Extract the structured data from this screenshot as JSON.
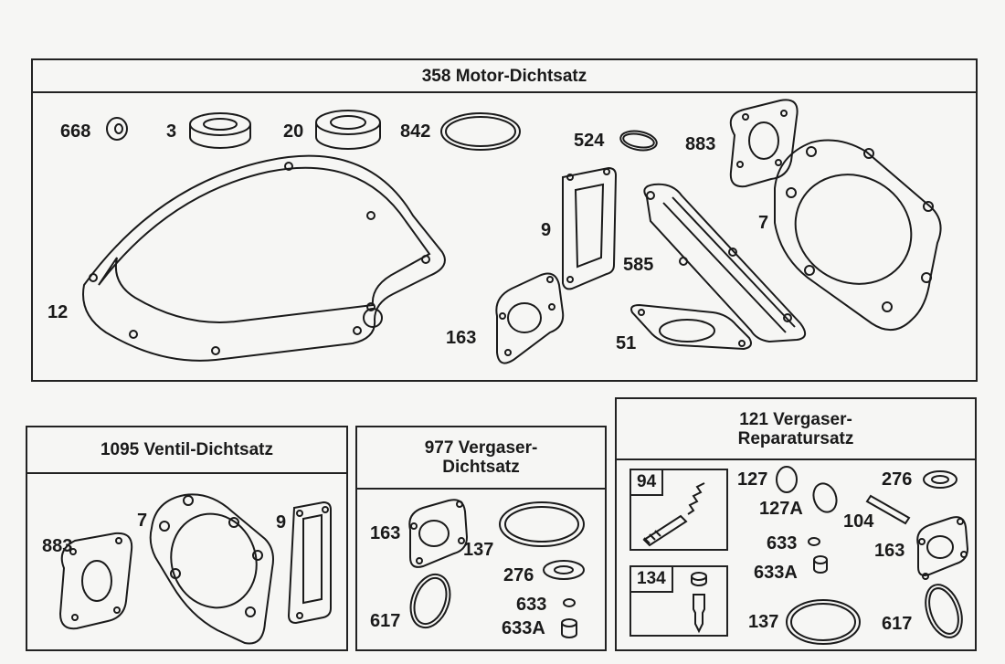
{
  "kits": {
    "motor": {
      "title": "358 Motor-Dichtsatz",
      "parts": {
        "p668": "668",
        "p3": "3",
        "p20": "20",
        "p842": "842",
        "p524": "524",
        "p883": "883",
        "p9": "9",
        "p7": "7",
        "p585": "585",
        "p12": "12",
        "p163": "163",
        "p51": "51"
      }
    },
    "ventil": {
      "title": "1095  Ventil-Dichtsatz",
      "parts": {
        "p883": "883",
        "p7": "7",
        "p9": "9"
      }
    },
    "vergaser_dicht": {
      "title_line1": "977    Vergaser-",
      "title_line2": "Dichtsatz",
      "parts": {
        "p163": "163",
        "p137": "137",
        "p617": "617",
        "p276": "276",
        "p633": "633",
        "p633a": "633A"
      }
    },
    "vergaser_rep": {
      "title_line1": "121      Vergaser-",
      "title_line2": "Reparatursatz",
      "sub94": "94",
      "sub134": "134",
      "parts": {
        "p127": "127",
        "p127a": "127A",
        "p276": "276",
        "p104": "104",
        "p633": "633",
        "p633a": "633A",
        "p163": "163",
        "p137": "137",
        "p617": "617"
      }
    }
  }
}
